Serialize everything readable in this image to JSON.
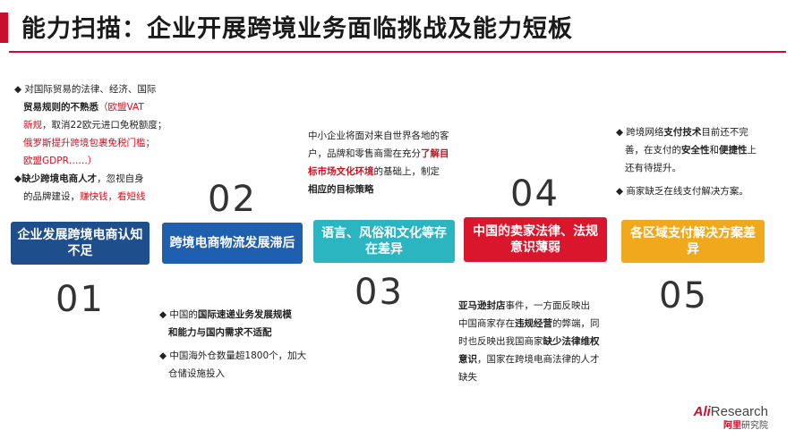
{
  "title": "能力扫描：企业开展跨境业务面临挑战及能力短板",
  "colors": {
    "accent": "#c8102e",
    "box1": "#1f4e8c",
    "box2": "#1f5fb0",
    "box3": "#2bb5c0",
    "box4": "#d9162b",
    "box5": "#f0a91c"
  },
  "steps": [
    {
      "num": "01",
      "label": "企业发展跨境电商认知不足"
    },
    {
      "num": "02",
      "label": "跨境电商物流发展滞后"
    },
    {
      "num": "03",
      "label": "语言、风俗和文化等存在差异"
    },
    {
      "num": "04",
      "label": "中国的卖家法律、法规意识薄弱"
    },
    {
      "num": "05",
      "label": "各区域支付解决方案差异"
    }
  ],
  "notes": {
    "n1": {
      "a1": "对国际贸易的法律、经济、国际",
      "a2": "贸易规则的不熟悉",
      "a3": "（欧盟VAT",
      "a4": "新规",
      "a5": "，取消22欧元进口免税额度；",
      "a6": "俄罗斯提升跨境包裹免税门槛；",
      "a7": "欧盟GDPR……）",
      "b1": "缺少跨境电商人才",
      "b2": "，忽视自身",
      "b3": "的品牌建设，",
      "b4": "赚快钱，看短线"
    },
    "n2": {
      "a1": "中国的",
      "a2": "国际速递业务发展规模",
      "a3": "和能力与国内需求不适配",
      "b1": "中国海外仓数量超1800个，加大",
      "b2": "仓储设施投入"
    },
    "n3": {
      "l1": "中小企业将面对来自世界各地的客",
      "l2": "户，品牌和零售商需在充分",
      "l3": "了解目",
      "l4": "标市场文化环境",
      "l5": "的基础上，制定",
      "l6": "相应的目标策略"
    },
    "n4": {
      "l1": "亚马逊封店",
      "l2": "事件，一方面反映出",
      "l3": "中国商家存在",
      "l4": "违规经营",
      "l5": "的弊端，同",
      "l6": "时也反映出我国商家",
      "l7": "缺少法律维权",
      "l8": "意识",
      "l9": "，国家在跨境电商法律的人才",
      "l10": "缺失"
    },
    "n5": {
      "a1": "跨境网络",
      "a2": "支付技术",
      "a3": "目前还不完",
      "a4": "善，在支付的",
      "a5": "安全性",
      "a6": "和",
      "a7": "便捷性",
      "a8": "上",
      "a9": "还有待提升。",
      "b1": "商家缺乏在线支付解决方案。"
    }
  },
  "logo": {
    "ali": "Ali",
    "research": "Research",
    "ali_cn": "阿里",
    "institute": "研究院"
  }
}
